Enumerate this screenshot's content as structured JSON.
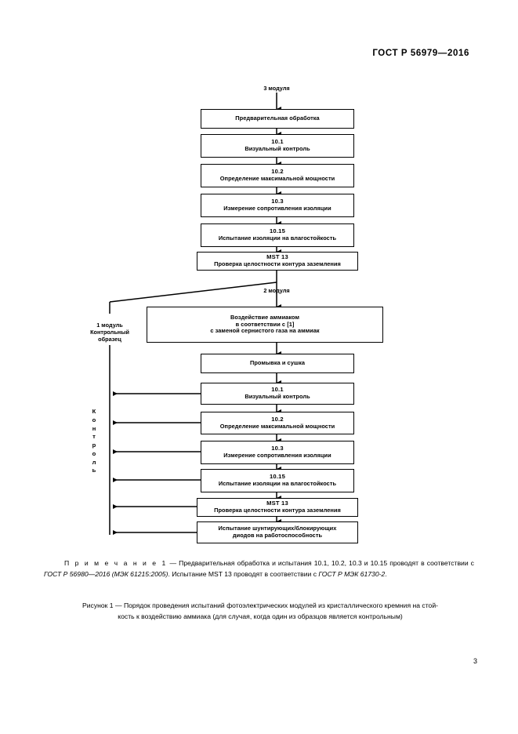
{
  "document": {
    "header": "ГОСТ Р 56979—2016",
    "page_number": "3"
  },
  "figure": {
    "labels": {
      "three_modules": "3 модуля",
      "two_modules": "2 модуля",
      "one_module_line1": "1 модуль",
      "one_module_line2": "Контрольный",
      "one_module_line3": "образец",
      "control_vertical": "Контроль"
    },
    "nodes": [
      {
        "id": "pretreatment",
        "code": "",
        "label": "Предварительная обработка"
      },
      {
        "id": "visual-1",
        "code": "10.1",
        "label": "Визуальный контроль"
      },
      {
        "id": "maxpower-1",
        "code": "10.2",
        "label": "Определение максимальной мощности"
      },
      {
        "id": "insulation-res-1",
        "code": "10.3",
        "label": "Измерение сопротивления изоляции"
      },
      {
        "id": "wet-leakage-1",
        "code": "10.15",
        "label": "Испытание изоляции на влагостойкость"
      },
      {
        "id": "ground-continuity-1",
        "code": "MST 13",
        "label": "Проверка целостности контура заземления"
      },
      {
        "id": "ammonia-exposure",
        "code": "",
        "label_line1": "Воздействие аммиаком",
        "label_line2": "в соответствии с [1]",
        "label_line3": "с заменой сернистого газа на аммиак"
      },
      {
        "id": "wash-dry",
        "code": "",
        "label": "Промывка и сушка"
      },
      {
        "id": "visual-2",
        "code": "10.1",
        "label": "Визуальный контроль"
      },
      {
        "id": "maxpower-2",
        "code": "10.2",
        "label": "Определение максимальной мощности"
      },
      {
        "id": "insulation-res-2",
        "code": "10.3",
        "label": "Измерение сопротивления изоляции"
      },
      {
        "id": "wet-leakage-2",
        "code": "10.15",
        "label": "Испытание изоляции на влагостойкость"
      },
      {
        "id": "ground-continuity-2",
        "code": "MST 13",
        "label": "Проверка целостности контура заземления"
      },
      {
        "id": "bypass-diode",
        "code": "",
        "label_line1": "Испытание шунтирующих/блокирующих",
        "label_line2": "диодов на работоспособность"
      }
    ],
    "note": {
      "prefix": "П р и м е ч а н и е   1",
      "dash": " — ",
      "text_part1": "Предварительная обработка и испытания 10.1, 10.2, 10.3 и 10.15 проводят в соответствии с ",
      "ref1": "ГОСТ Р 56980—2016 (МЭК 61215:2005)",
      "text_part2": ". Испытание MST 13 проводят в соответствии с ",
      "ref2": "ГОСТ Р МЭК 61730-2",
      "text_part3": "."
    },
    "caption": {
      "line1": "Рисунок 1 — Порядок проведения испытаний фотоэлектрических модулей из кристаллического кремния на стой-",
      "line2": "кость к воздействию аммиака (для случая, когда один из образцов является контрольным)"
    }
  }
}
